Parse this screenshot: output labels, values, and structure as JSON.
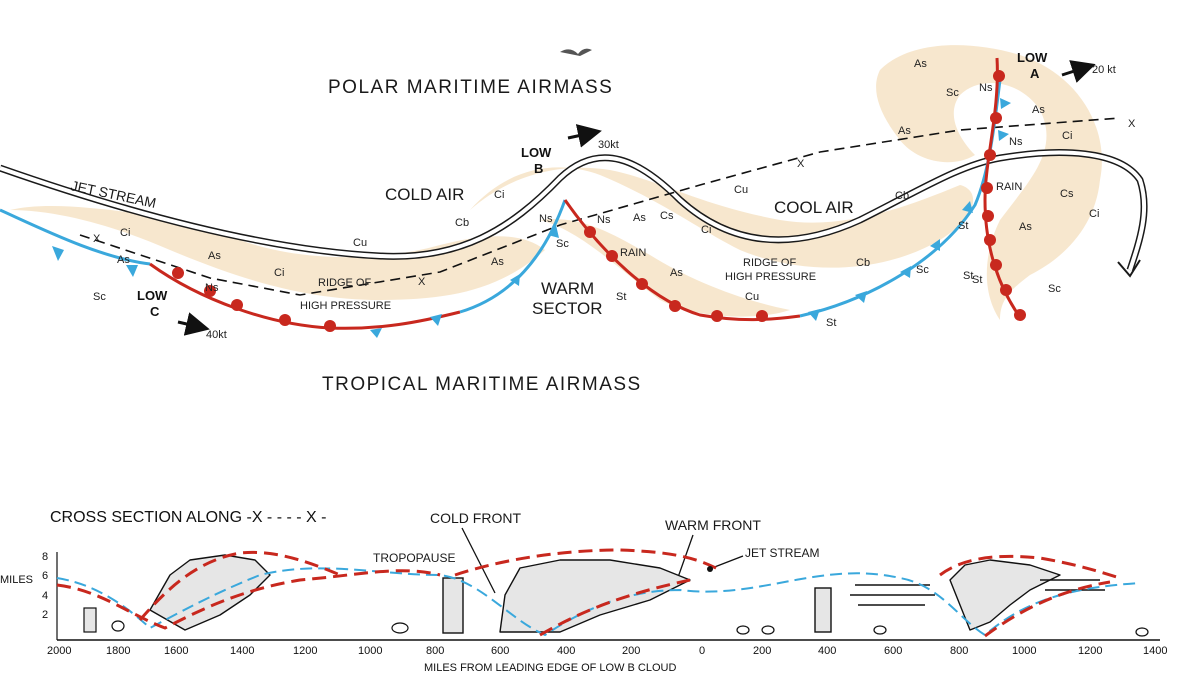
{
  "airmasses": {
    "polar": "POLAR  MARITIME  AIRMASS",
    "tropical": "TROPICAL  MARITIME  AIRMASS"
  },
  "labels": {
    "jet_stream": "JET STREAM",
    "cold_air": "COLD AIR",
    "cool_air": "COOL AIR",
    "warm_sector_1": "WARM",
    "warm_sector_2": "SECTOR",
    "ridge1_l1": "RIDGE OF",
    "ridge1_l2": "HIGH PRESSURE",
    "ridge2_l1": "RIDGE OF",
    "ridge2_l2": "HIGH PRESSURE",
    "rain1": "RAIN",
    "rain2": "RAIN",
    "x1": "X",
    "x2": "X",
    "x3": "X",
    "x4": "X"
  },
  "lows": {
    "a_l1": "LOW",
    "a_l2": "A",
    "a_speed": "20 kt",
    "b_l1": "LOW",
    "b_l2": "B",
    "b_speed": "30kt",
    "c_l1": "LOW",
    "c_l2": "C",
    "c_speed": "40kt"
  },
  "clouds": {
    "c1": "Ci",
    "c2": "As",
    "c3": "Sc",
    "c4": "Ns",
    "c5": "As",
    "c6": "Ci",
    "c7": "Cu",
    "c8": "Cb",
    "c9": "Ci",
    "c10": "As",
    "c11": "Ns",
    "c12": "Sc",
    "c13": "St",
    "c14": "Ns",
    "c15": "As",
    "c16": "Cs",
    "c17": "Ci",
    "c18": "As",
    "c19": "Cu",
    "c20": "Cu",
    "c21": "Cb",
    "c22": "Sc",
    "c23": "St",
    "c24": "St",
    "c25": "As",
    "c26": "Sc",
    "c27": "Ns",
    "c28": "As",
    "c29": "As",
    "c30": "Ns",
    "c31": "Ci",
    "c32": "Cb",
    "c33": "Cs",
    "c34": "Ci",
    "c35": "As",
    "c36": "St",
    "c37": "St",
    "c38": "Sc"
  },
  "cross_section": {
    "title": "CROSS SECTION ALONG -X - - - - X -",
    "cold_front": "COLD FRONT",
    "warm_front": "WARM FRONT",
    "jet_stream": "JET STREAM",
    "tropopause": "TROPOPAUSE",
    "y_axis_label": "MILES",
    "y_ticks": [
      "8",
      "6",
      "4",
      "2"
    ],
    "x_ticks_left": [
      "2000",
      "1800",
      "1600",
      "1400",
      "1200",
      "1000",
      "800",
      "600",
      "400",
      "200",
      "0"
    ],
    "x_ticks_right": [
      "200",
      "400",
      "600",
      "800",
      "1000",
      "1200",
      "1400"
    ],
    "x_axis_title": "MILES FROM LEADING EDGE OF LOW B CLOUD"
  },
  "colors": {
    "cold_front": "#3aa8dc",
    "warm_front": "#c8281e",
    "cloud_shading": "#f6e3c6",
    "ink": "#1a1a1a"
  }
}
